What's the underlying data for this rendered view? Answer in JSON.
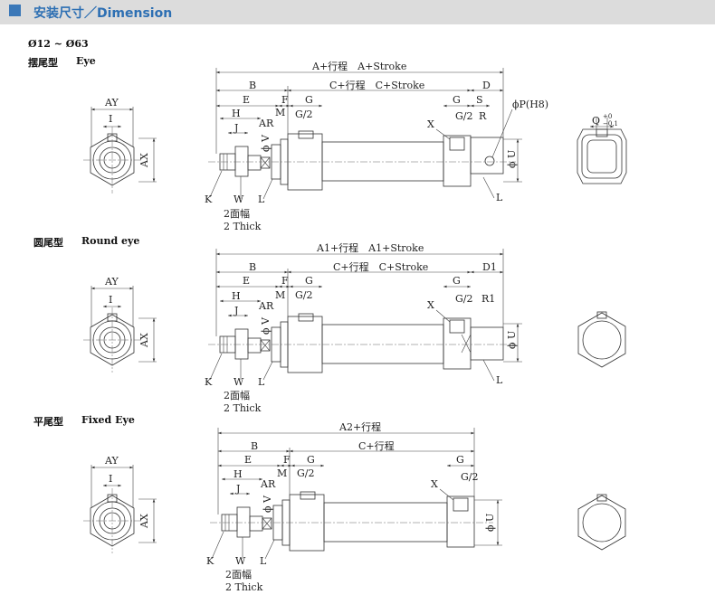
{
  "header": {
    "title": "安装尺寸／Dimension",
    "accent": "#3b78b8",
    "title_color": "#2d6fb3"
  },
  "bore_range": "Ø12 ~ Ø63",
  "sections": [
    {
      "cn": "摆尾型",
      "en": "Eye",
      "overall": "A+行程　A+Stroke",
      "stroke": "C+行程　C+Stroke",
      "tail": "D",
      "tail_r": "R",
      "tail_s": "S",
      "pin": "ϕP(H8)",
      "side_q": "Q",
      "side_q_tol_top": "+0",
      "side_q_tol_bot": "−0.1"
    },
    {
      "cn": "圆尾型",
      "en": "Round eye",
      "overall": "A1+行程　A1+Stroke",
      "stroke": "C+行程　C+Stroke",
      "tail": "D1",
      "tail_r": "R1"
    },
    {
      "cn": "平尾型",
      "en": "Fixed Eye",
      "overall": "A2+行程",
      "stroke": "C+行程"
    }
  ],
  "dims": {
    "ay": "AY",
    "i": "I",
    "ax": "AX",
    "b": "B",
    "e": "E",
    "f": "F",
    "g": "G",
    "g2": "G/2",
    "h": "H",
    "j": "J",
    "m": "M",
    "ar": "AR",
    "v": "ϕ V",
    "x": "X",
    "u": "ϕ U",
    "k": "K",
    "w": "W",
    "l": "L",
    "thick_cn": "2面幅",
    "thick_en": "2 Thick"
  }
}
